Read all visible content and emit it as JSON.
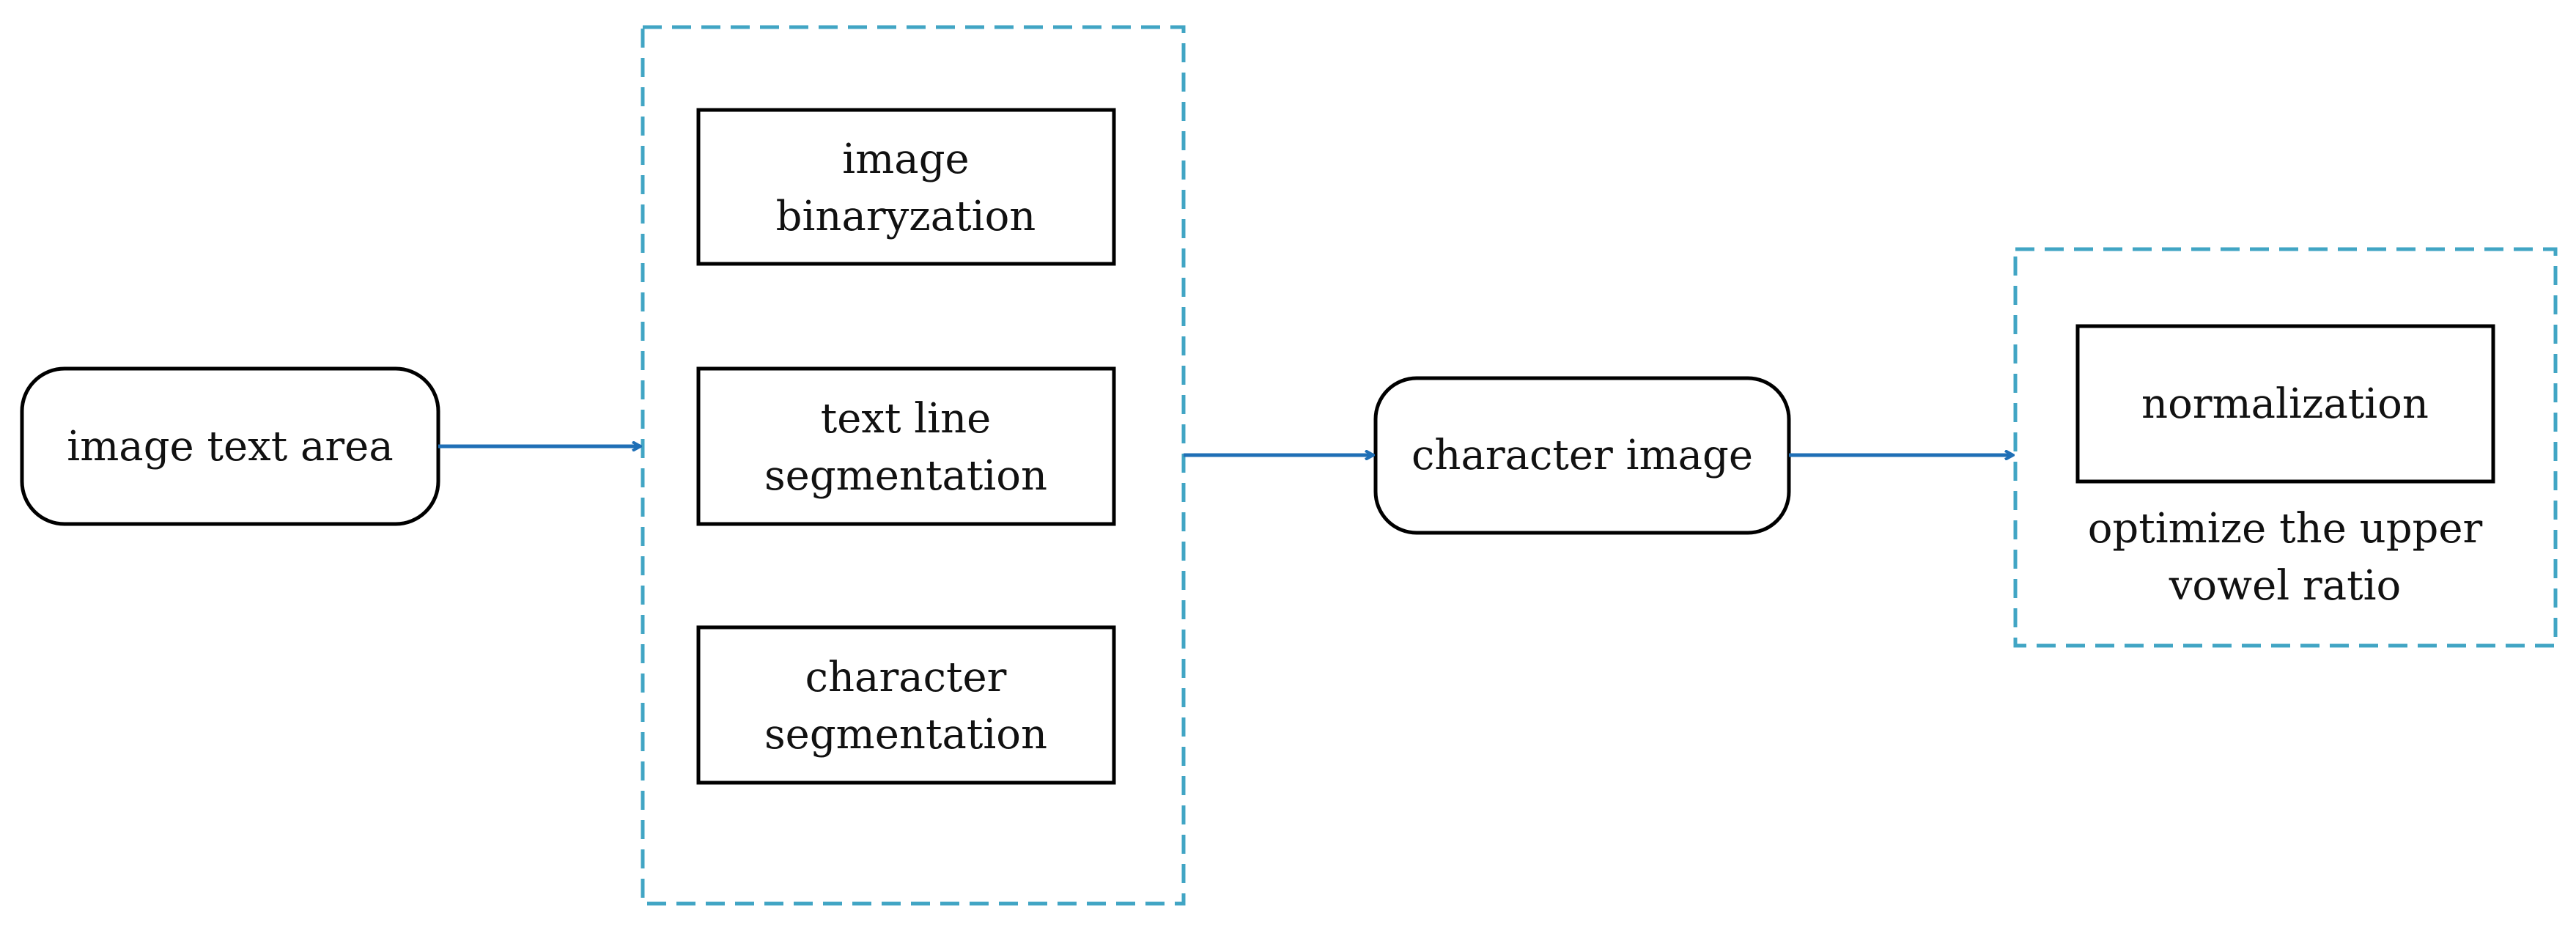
{
  "colors": {
    "background": "#ffffff",
    "box_border": "#000000",
    "group_border": "#41a5c4",
    "arrow": "#1f6fb6",
    "text": "#111111"
  },
  "nodes": {
    "input": {
      "label": "image text area"
    },
    "binarization": {
      "line1": "image",
      "line2": "binaryzation"
    },
    "line_segmentation": {
      "line1": "text line",
      "line2": "segmentation"
    },
    "char_segmentation": {
      "line1": "character",
      "line2": "segmentation"
    },
    "character_image": {
      "label": "character image"
    },
    "normalization": {
      "label": "normalization"
    }
  },
  "annotations": {
    "normalization_note": {
      "line1": "optimize the upper",
      "line2": "vowel ratio"
    }
  },
  "edges": [
    {
      "from": "input",
      "to": "segmentation-group"
    },
    {
      "from": "segmentation-group",
      "to": "character_image"
    },
    {
      "from": "character_image",
      "to": "normalization-group"
    }
  ]
}
